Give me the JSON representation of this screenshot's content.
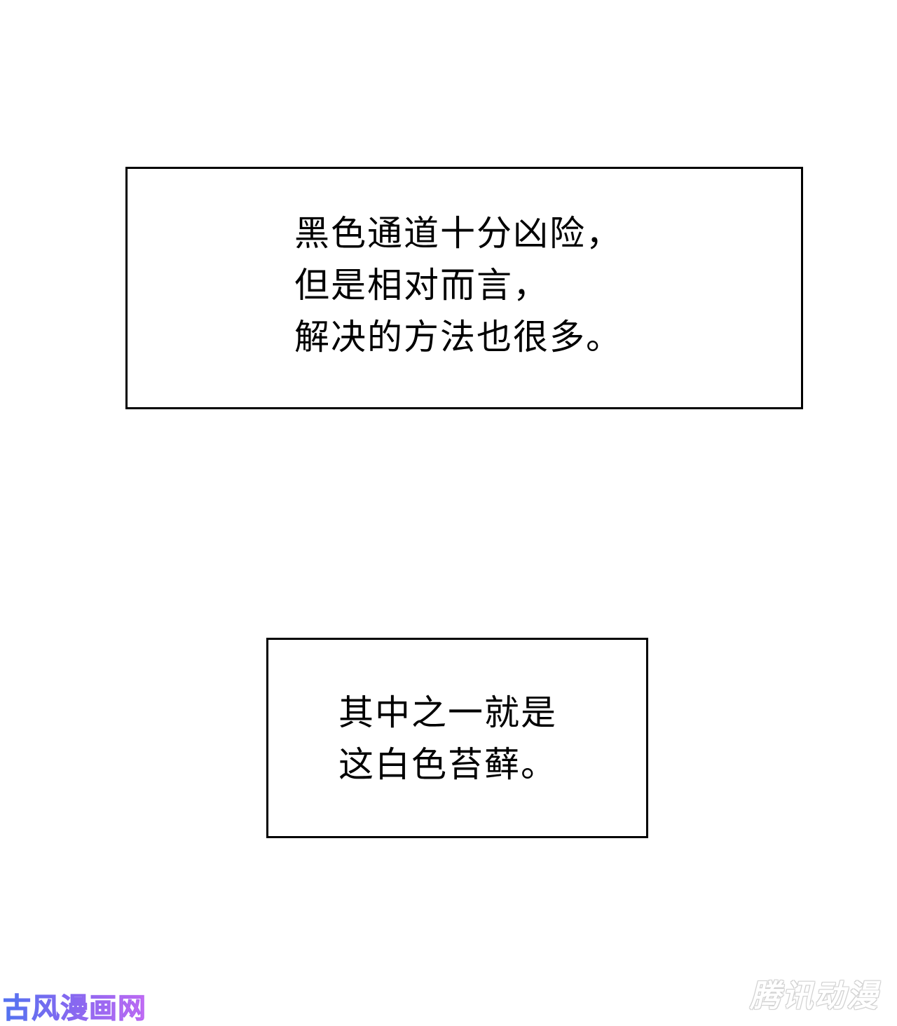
{
  "panels": [
    {
      "lines": [
        "黑色通道十分凶险，",
        "但是相对而言，",
        "解决的方法也很多。"
      ]
    },
    {
      "lines": [
        "其中之一就是",
        "这白色苔藓。"
      ]
    }
  ],
  "watermarks": {
    "left": "古风漫画网",
    "right": "腾讯动漫"
  },
  "colors": {
    "background": "#ffffff",
    "border": "#000000",
    "text": "#000000",
    "watermark_left_gradient": [
      "#3f7bf0",
      "#8a6cf0",
      "#e26cf5"
    ],
    "watermark_right": "#ffffff"
  }
}
